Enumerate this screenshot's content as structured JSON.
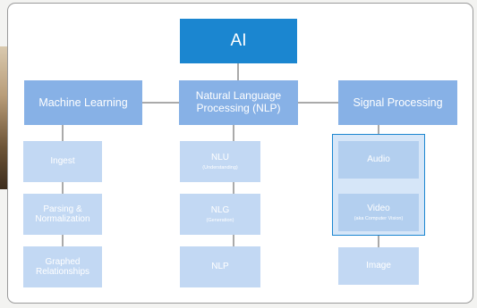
{
  "diagram": {
    "root": {
      "label": "AI"
    },
    "categories": [
      {
        "label": "Machine Learning"
      },
      {
        "label": "Natural Language Processing (NLP)"
      },
      {
        "label": "Signal Processing"
      }
    ],
    "machine_learning_items": [
      {
        "label": "Ingest"
      },
      {
        "label": "Parsing & Normalization"
      },
      {
        "label": "Graphed Relationships"
      }
    ],
    "nlp_items": [
      {
        "label": "NLU",
        "sublabel": "(Understanding)"
      },
      {
        "label": "NLG",
        "sublabel": "(Generation)"
      },
      {
        "label": "NLP",
        "sublabel": ""
      }
    ],
    "signal_items": [
      {
        "label": "Audio",
        "sublabel": ""
      },
      {
        "label": "Video",
        "sublabel": "(aka Computer Vision)"
      },
      {
        "label": "Image",
        "sublabel": ""
      }
    ]
  },
  "colors": {
    "root": "#1b86d0",
    "category": "#87b1e6",
    "item": "#c2d8f3",
    "highlight_border": "#1b86d0",
    "connector": "#8d8d8d"
  }
}
